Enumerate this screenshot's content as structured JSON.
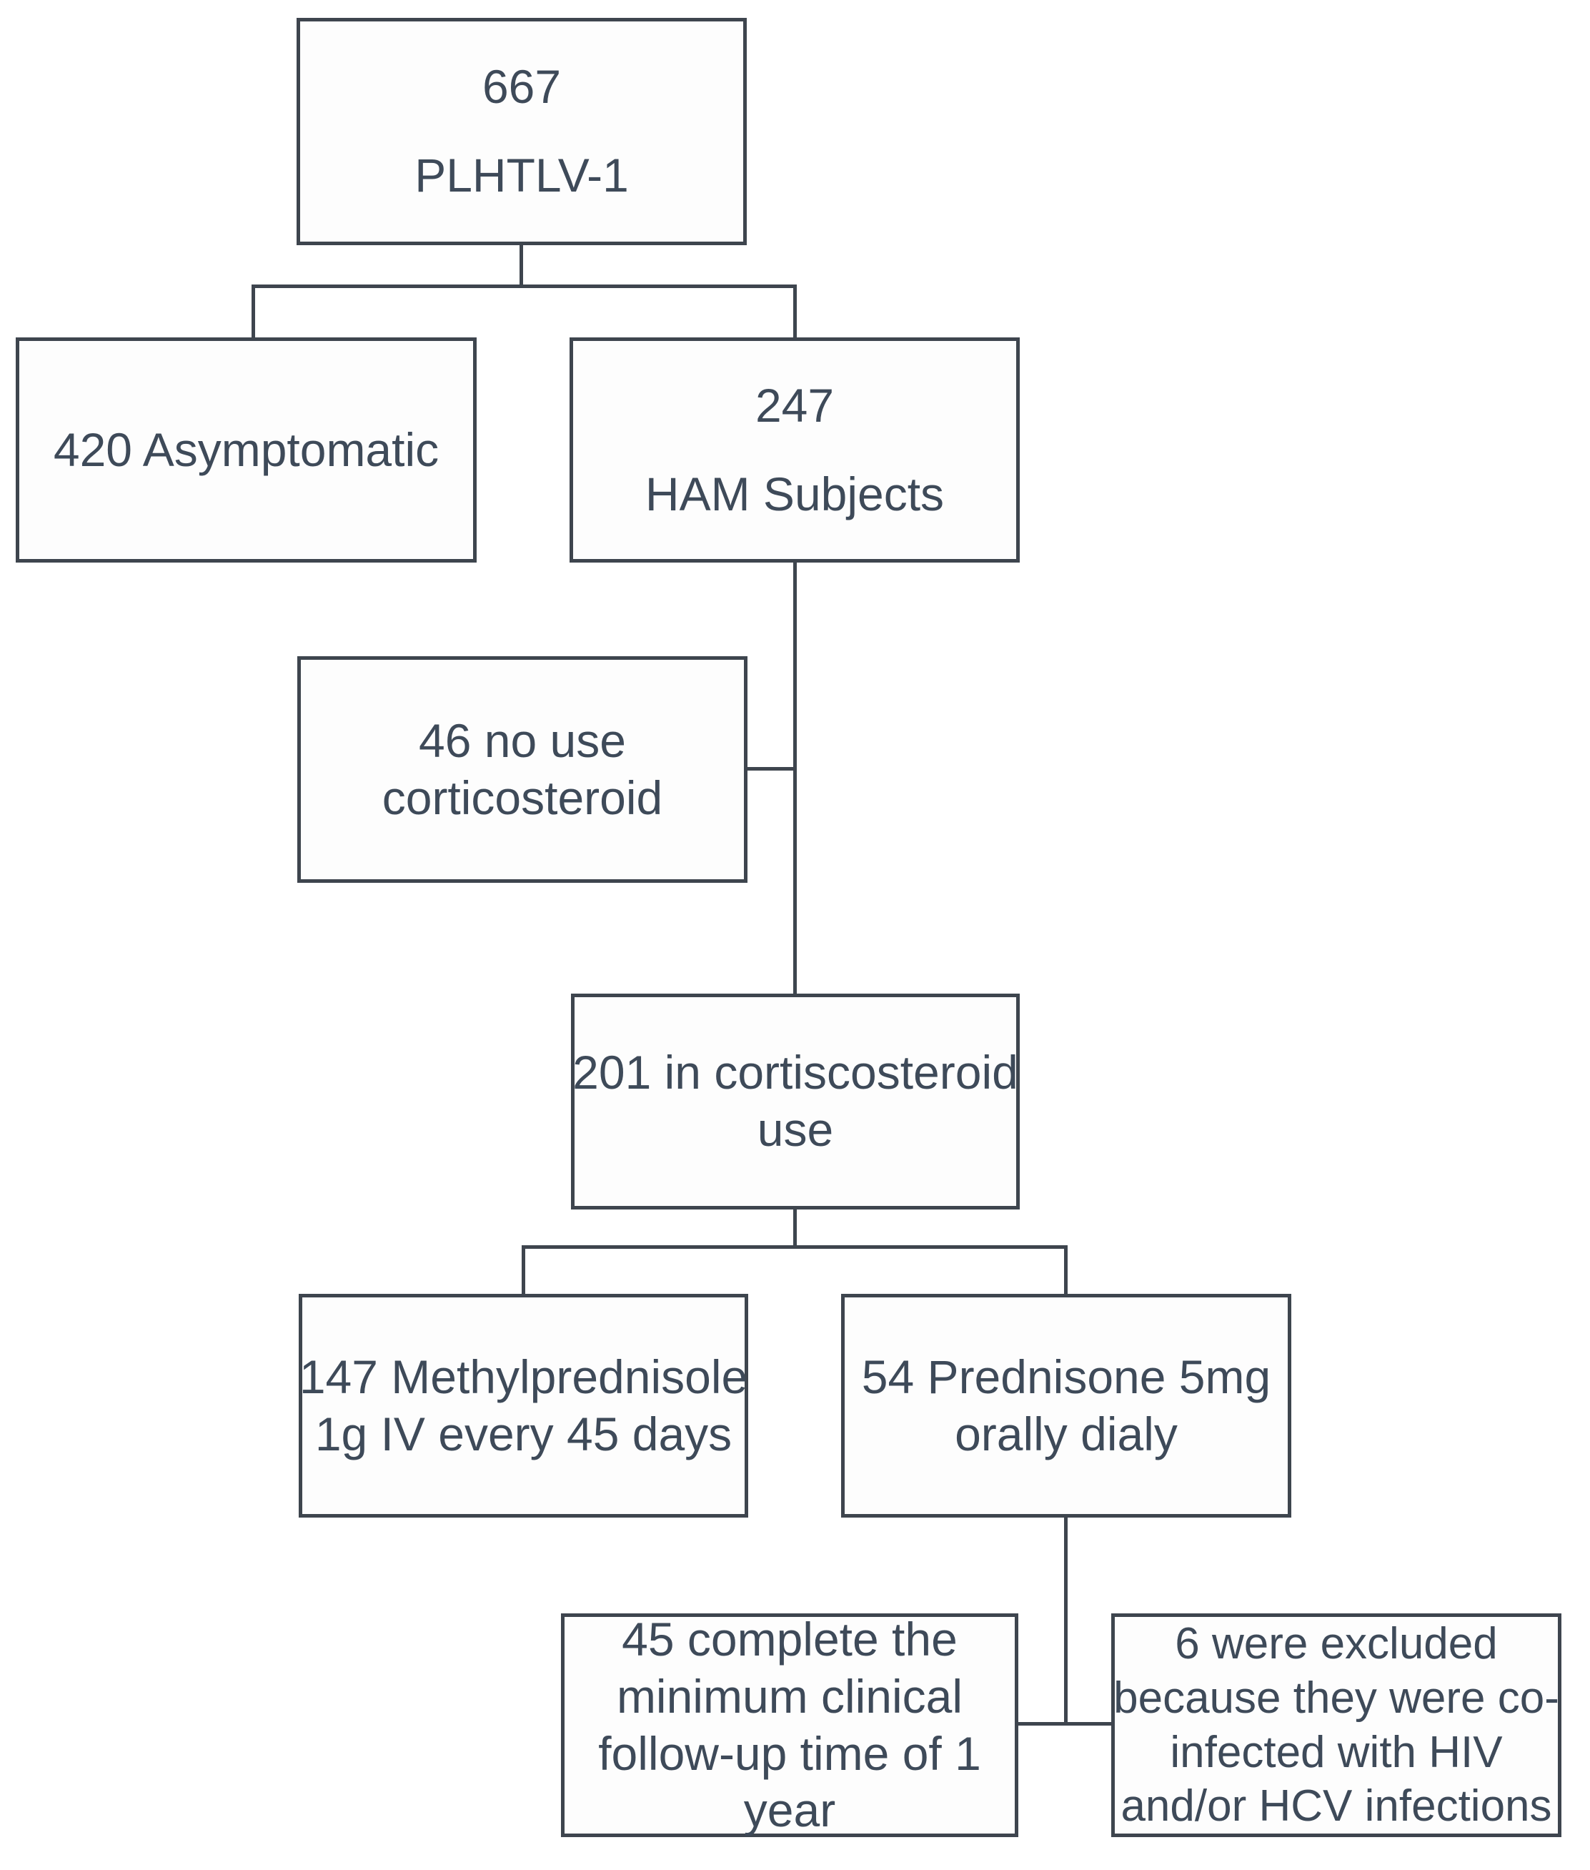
{
  "diagram": {
    "colors": {
      "line": "#3e454e",
      "text": "#3e4a59",
      "box_fill": "#fdfdfd",
      "background": "#ffffff"
    },
    "boxes": {
      "plhtlv_total": {
        "lines": [
          "667",
          "PLHTLV-1"
        ]
      },
      "asymptomatic": {
        "lines": [
          "420 Asymptomatic"
        ]
      },
      "ham_subjects": {
        "lines": [
          "247",
          "HAM Subjects"
        ]
      },
      "no_corticosteroid": {
        "lines": [
          "46 no use",
          "corticosteroid"
        ]
      },
      "corticosteroid_use": {
        "lines": [
          "201 in cortiscosteroid",
          "use"
        ]
      },
      "methylprednisolone": {
        "lines": [
          "147 Methylprednisole",
          "1g IV every 45 days"
        ]
      },
      "prednisone": {
        "lines": [
          "54 Prednisone 5mg",
          "orally dialy"
        ]
      },
      "completed_followup": {
        "lines": [
          "45 complete the",
          "minimum clinical",
          "follow-up time of 1",
          "year"
        ]
      },
      "excluded": {
        "lines": [
          "6 were excluded",
          "because they were co-",
          "infected with HIV",
          "and/or HCV infections"
        ]
      }
    }
  }
}
